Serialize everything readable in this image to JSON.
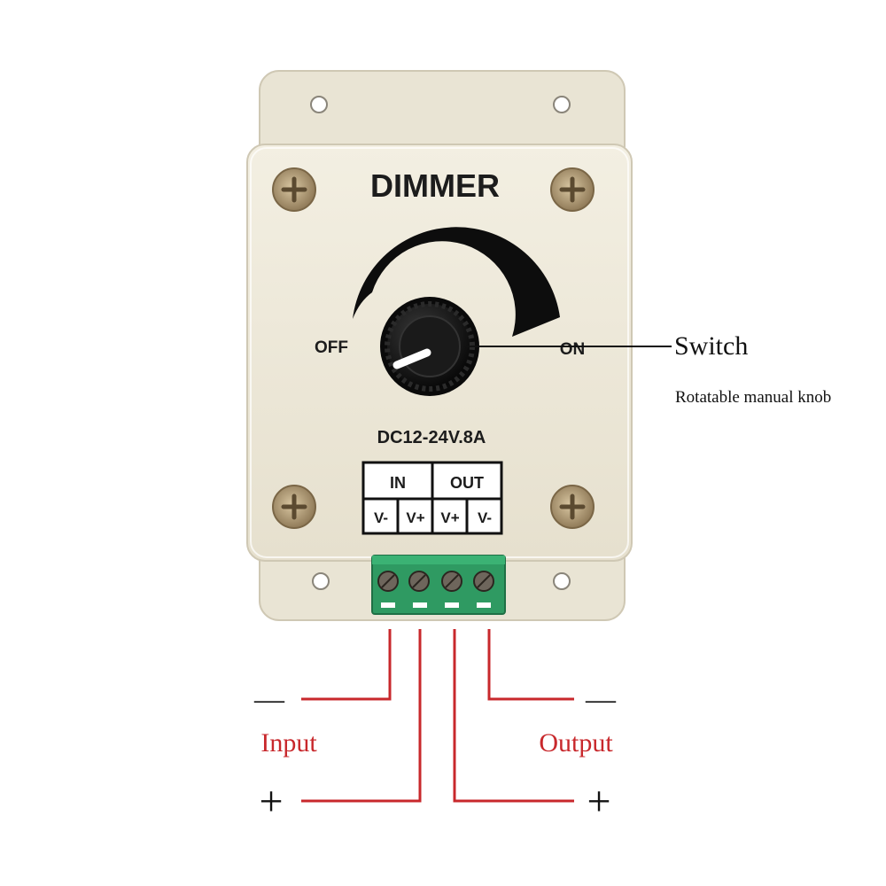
{
  "device": {
    "title": "DIMMER",
    "off_label": "OFF",
    "on_label": "ON",
    "rating": "DC12-24V.8A",
    "terminal_groups": [
      "IN",
      "OUT"
    ],
    "terminal_pins": [
      "V-",
      "V+",
      "V+",
      "V-"
    ]
  },
  "callout": {
    "label": "Switch",
    "description": "Rotatable manual knob"
  },
  "wiring": {
    "input_label": "Input",
    "output_label": "Output",
    "minus_symbol": "—",
    "plus_symbol": "+"
  },
  "colors": {
    "housing": "#efeadb",
    "wire": "#c8282c",
    "terminal_block": "#2f9a62",
    "label_red": "#c8282c"
  }
}
